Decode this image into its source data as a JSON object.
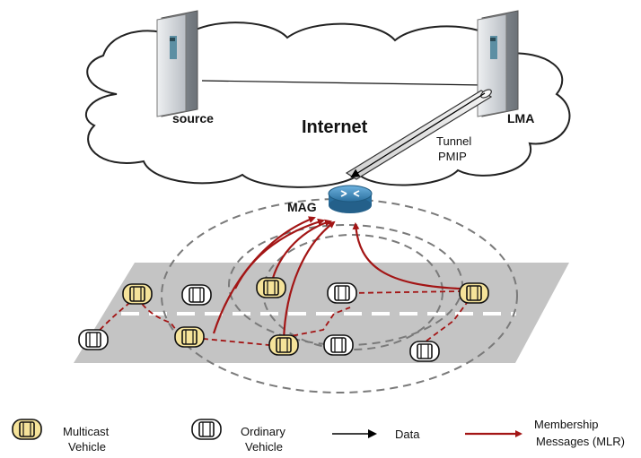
{
  "labels": {
    "source": "source",
    "internet": "Internet",
    "lma": "LMA",
    "tunnel_line1": "Tunnel",
    "tunnel_line2": "PMIP",
    "mag": "MAG"
  },
  "legend": {
    "multicast_line1": "Multicast",
    "multicast_line2": "Vehicle",
    "ordinary_line1": "Ordinary",
    "ordinary_line2": "Vehicle",
    "data": "Data",
    "membership_line1": "Membership",
    "membership_line2": "Messages (MLR)"
  },
  "colors": {
    "cloud_fill": "#ffffff",
    "road": "#c4c4c4",
    "lane_marking": "#ffffff",
    "membership_arrow": "#a31515",
    "data_arrow": "#000000",
    "multicast_vehicle": "#f5e39a",
    "ordinary_vehicle": "#ffffff",
    "coverage_ring": "#7a7a7a",
    "router": "#3f8fc4"
  },
  "icons": {
    "server": "server-icon",
    "router": "router-icon",
    "vehicle": "car-top-view-icon"
  }
}
